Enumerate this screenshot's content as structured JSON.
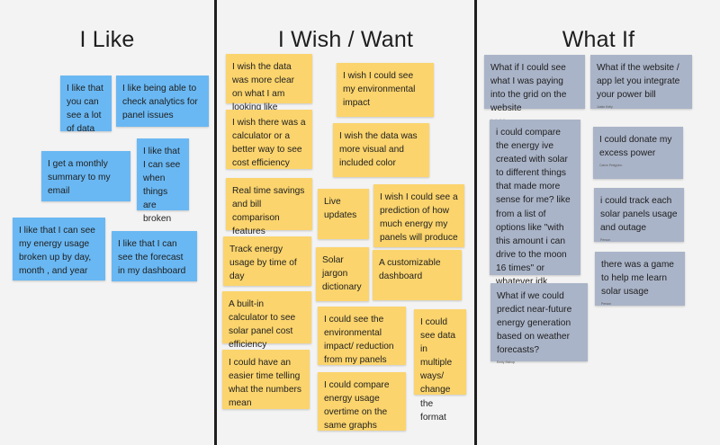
{
  "columns": {
    "like": {
      "title": "I Like"
    },
    "wish": {
      "title": "I Wish / Want"
    },
    "whatif": {
      "title": "What If"
    }
  },
  "notes": {
    "like": [
      {
        "text": "I like that you can see a lot of data"
      },
      {
        "text": "I like being able to check analytics for panel issues"
      },
      {
        "text": "I get a monthly summary to my email"
      },
      {
        "text": "I like that I can see when things are broken"
      },
      {
        "text": "I like that I can see my energy usage broken up by day, month , and year"
      },
      {
        "text": "I like that I can see the forecast in my dashboard"
      }
    ],
    "wish": [
      {
        "text": "I wish the data was more clear on what I am looking like"
      },
      {
        "text": "I wish I could see my environmental impact"
      },
      {
        "text": "I wish there was a calculator or a better way to see cost efficiency"
      },
      {
        "text": "I wish the data was more visual and included color"
      },
      {
        "text": "Real time savings and bill comparison features"
      },
      {
        "text": "Live updates"
      },
      {
        "text": "I wish I could see a prediction of how much energy my panels will produce"
      },
      {
        "text": "Track energy usage by time of day"
      },
      {
        "text": "Solar jargon dictionary"
      },
      {
        "text": "A customizable dashboard"
      },
      {
        "text": "A built-in calculator to see solar panel cost efficiency"
      },
      {
        "text": "I could see the environmental impact/ reduction from my panels"
      },
      {
        "text": "I could see data in multiple ways/ change the format"
      },
      {
        "text": "I could have an easier time telling what the numbers mean"
      },
      {
        "text": "I could compare energy usage overtime on the same graphs"
      }
    ],
    "whatif": [
      {
        "text": "What if I could see what I was paying into the grid on the website",
        "author": "Justin Kelly"
      },
      {
        "text": "What if the website / app let you integrate your power bill",
        "author": "Justin Kelly"
      },
      {
        "text": "i could compare the energy ive created with solar to different things that made more sense for me? like from a list of options like \"with this amount i can drive to the moon 16 times\" or whatever idk",
        "author": "Person"
      },
      {
        "text": "I could donate my excess power",
        "author": "Calvin Pettyjohn"
      },
      {
        "text": "i could track each solar panels usage and outage",
        "author": "Person"
      },
      {
        "text": "there was a game to help me learn solar usage",
        "author": "Person"
      },
      {
        "text": "What if we could predict near-future energy generation based on weather forecasts?",
        "author": "Emily Bishop"
      }
    ]
  }
}
